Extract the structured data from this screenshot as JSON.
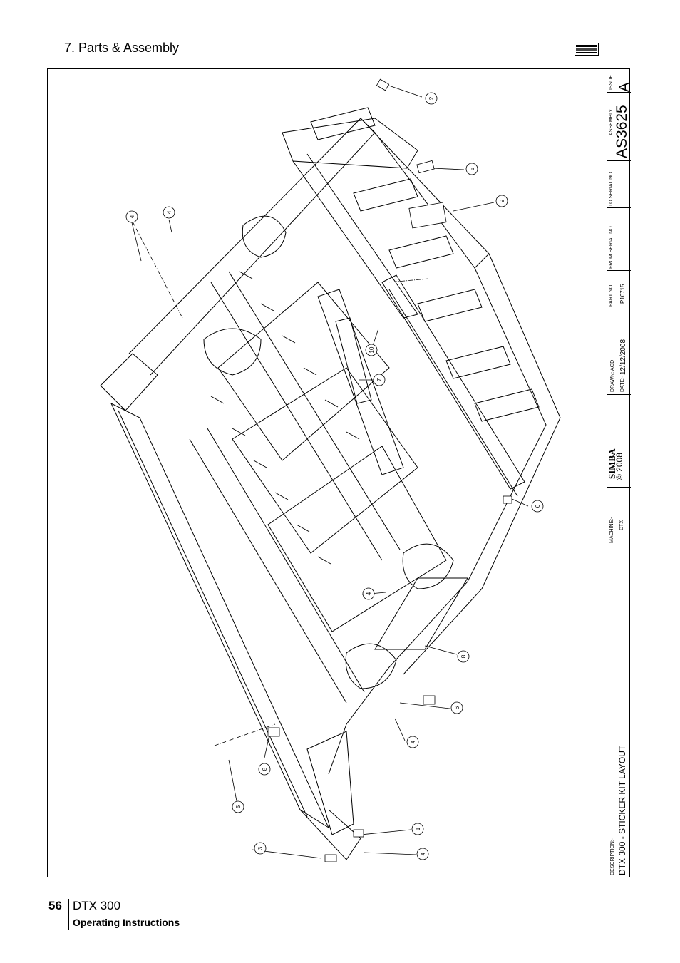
{
  "header": {
    "section_title": "7. Parts & Assembly",
    "logo_icon": "simba-logo-icon"
  },
  "callouts": [
    "2",
    "5",
    "9",
    "4",
    "4",
    "10",
    "7",
    "6",
    "4",
    "8",
    "6",
    "4",
    "8",
    "5",
    "1",
    "3",
    "4"
  ],
  "title_block": {
    "issue_label": "ISSUE",
    "issue_value": "A",
    "assembly_label": "ASSEMBLY",
    "assembly_value": "AS3625",
    "to_serial_label": "TO SERIAL NO.",
    "from_serial_label": "FROM SERIAL NO.",
    "part_no_label": "PART NO.",
    "part_no_value": "P16715",
    "drawn_label": "DRAWN:-",
    "drawn_value": "AGD",
    "date_label": "DATE:-",
    "date_value": "12/12/2008",
    "brand": "SIMBA",
    "copyright": "© 2008",
    "machine_label": "MACHINE:-",
    "machine_value": "DTX",
    "description_label": "DESCRIPTION:-",
    "description_value": "DTX 300 - STICKER KIT LAYOUT"
  },
  "footer": {
    "page_number": "56",
    "doc_name": "DTX 300",
    "doc_subtitle": "Operating Instructions"
  },
  "colors": {
    "ink": "#000000",
    "paper": "#ffffff"
  }
}
